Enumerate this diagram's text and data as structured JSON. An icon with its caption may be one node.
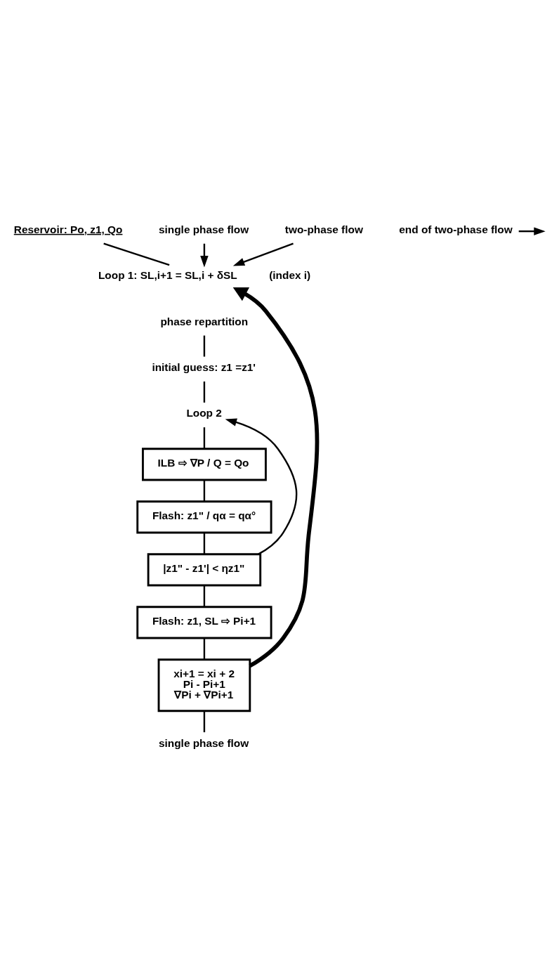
{
  "diagram": {
    "nodes": [
      {
        "text": [
          "Reservoir: Po, z1, Qo"
        ]
      },
      {
        "text": [
          "single phase flow"
        ]
      },
      {
        "text": [
          "two-phase flow"
        ]
      },
      {
        "text": [
          "Loop 1: SL,i+1 = SL,i + δSL"
        ],
        "beside": [
          "(index i)"
        ]
      },
      {
        "text": [
          "phase repartition"
        ]
      },
      {
        "text": [
          "initial guess: z1 =z1'"
        ]
      },
      {
        "text": [
          "Loop 2"
        ]
      },
      {
        "text": [
          "ILB ⇨ ∇P / Q = Qo"
        ]
      },
      {
        "text": [
          "Flash: z1\" / qα = qα°"
        ]
      },
      {
        "text": [
          "|z1\" - z1'| < ηz1\""
        ]
      },
      {
        "text": [
          "Flash: z1, SL ⇨ Pi+1"
        ]
      },
      {
        "text": [
          "xi+1 = xi + 2",
          "Pi - Pi+1",
          "∇Pi + ∇Pi+1"
        ]
      },
      {
        "text": [
          "end of two-phase flow"
        ]
      },
      {
        "text": [
          "single phase flow"
        ]
      }
    ],
    "edges": [
      {
        "from": 0,
        "to": 3,
        "arrow": "none"
      },
      {
        "from": 1,
        "to": 3,
        "arrow": "to"
      },
      {
        "from": 2,
        "to": 3,
        "arrow": "to"
      },
      {
        "from": 4,
        "to": 5,
        "arrow": "none"
      },
      {
        "from": 5,
        "to": 6,
        "arrow": "none"
      },
      {
        "from": 6,
        "to": 7,
        "arrow": "none"
      },
      {
        "from": 7,
        "to": 8,
        "arrow": "none"
      },
      {
        "from": 8,
        "to": 9,
        "arrow": "none"
      },
      {
        "from": 9,
        "to": 6,
        "arrow": "to"
      },
      {
        "from": 9,
        "to": 10,
        "arrow": "none"
      },
      {
        "from": 10,
        "to": 11,
        "arrow": "none"
      },
      {
        "from": 11,
        "to": 13,
        "arrow": "none"
      },
      {
        "from": 11,
        "to": 3,
        "arrow": "to",
        "style": "thick"
      },
      {
        "from": 12,
        "to": null,
        "arrow": "to"
      }
    ]
  }
}
